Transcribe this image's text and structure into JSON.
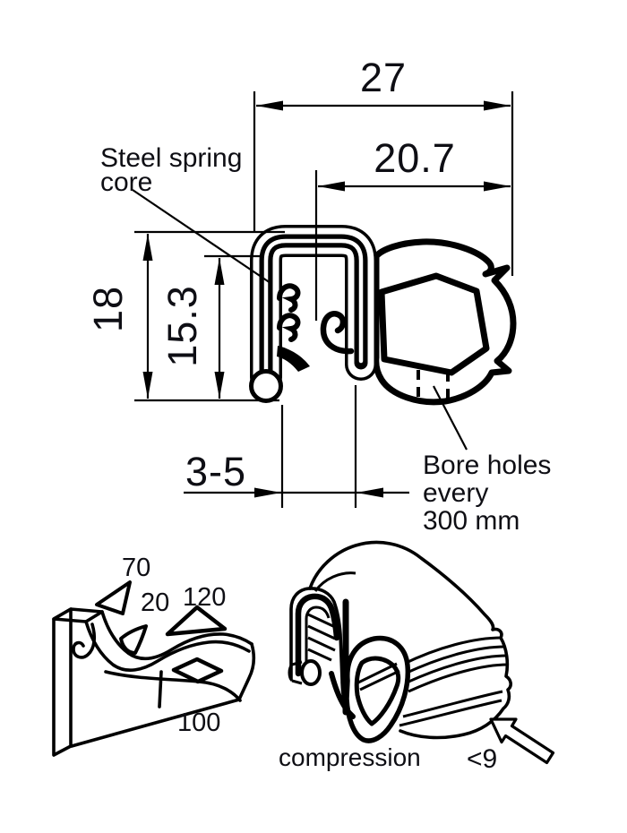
{
  "page": {
    "background": "#ffffff",
    "line_color": "#000000",
    "text_color": "#0e0e14"
  },
  "cross_section": {
    "dimensions": {
      "overall_width": "27",
      "bulb_width": "20.7",
      "overall_height": "18",
      "channel_height": "15.3",
      "grip_range": "3-5"
    },
    "labels": {
      "steel_core_line1": "Steel spring",
      "steel_core_line2": "core",
      "bore_line1": "Bore holes",
      "bore_line2": "every",
      "bore_line3": "300 mm"
    }
  },
  "detail_figures": {
    "flange_values": {
      "v70": "70",
      "v20": "20",
      "v120": "120",
      "v100": "100"
    },
    "compression_label": "compression",
    "compression_value": "<9"
  }
}
